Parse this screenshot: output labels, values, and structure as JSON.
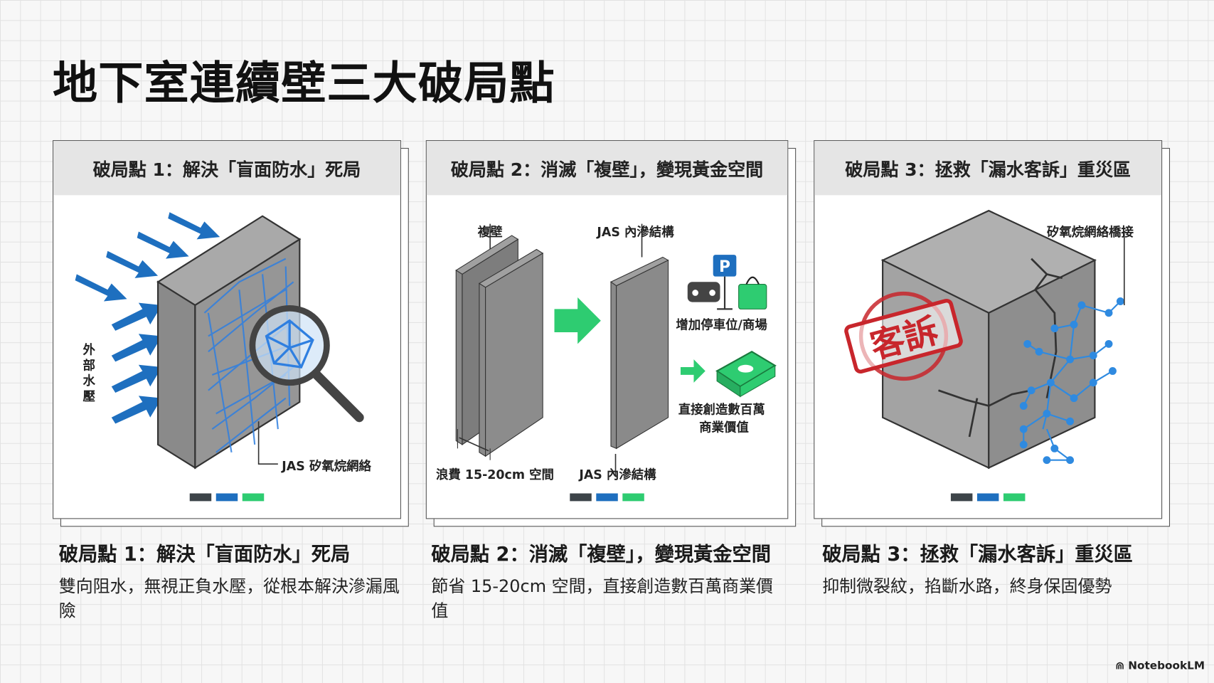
{
  "title": "地下室連續壁三大破局點",
  "colors": {
    "dark": "#3d4449",
    "blue": "#1e6fbf",
    "green": "#2ecc71",
    "stamp": "#c8262c"
  },
  "panels": [
    {
      "header": "破局點 1：解決「盲面防水」死局",
      "labels": {
        "pressure": "外部水壓",
        "network": "JAS 矽氧烷網絡"
      }
    },
    {
      "header": "破局點 2：消滅「複壁」，變現黃金空間",
      "labels": {
        "double_wall": "複壁",
        "jas_top": "JAS 內滲結構",
        "waste": "浪費 15-20cm 空間",
        "jas_bottom": "JAS 內滲結構",
        "parking": "增加停車位/商場",
        "value": "直接創造數百萬",
        "value2": "商業價值",
        "parking_sign": "P"
      }
    },
    {
      "header": "破局點 3：拯救「漏水客訴」重災區",
      "labels": {
        "bridge": "矽氧烷網絡橋接",
        "stamp": "客訴"
      }
    }
  ],
  "captions": [
    {
      "title": "破局點 1：解決「盲面防水」死局",
      "body": "雙向阻水，無視正負水壓，從根本解決滲漏風險"
    },
    {
      "title": "破局點 2：消滅「複壁」，變現黃金空間",
      "body": "節省 15-20cm 空間，直接創造數百萬商業價值"
    },
    {
      "title": "破局點 3：拯救「漏水客訴」重災區",
      "body": "抑制微裂紋，掐斷水路，終身保固優勢"
    }
  ],
  "brand": "NotebookLM"
}
